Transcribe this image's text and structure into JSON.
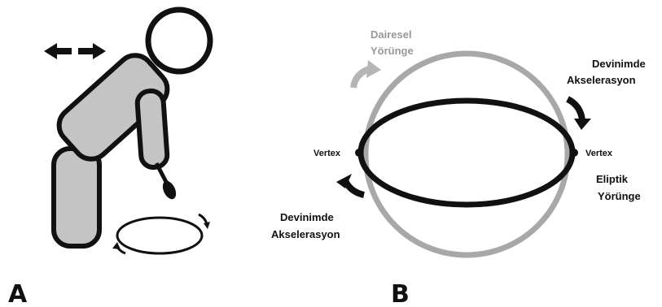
{
  "panels": {
    "a": {
      "letter": "A"
    },
    "b": {
      "letter": "B"
    }
  },
  "labels": {
    "circular_line1": "Dairesel",
    "circular_line2": "Yörünge",
    "accel_top_line1": "Devinimde",
    "accel_top_line2": "Akselerasyon",
    "vertex_left": "Vertex",
    "vertex_right": "Vertex",
    "elliptic_line1": "Eliptik",
    "elliptic_line2": "Yörünge",
    "accel_bottom_line1": "Devinimde",
    "accel_bottom_line2": "Akselerasyon"
  },
  "colors": {
    "figure_fill": "#c4c4c4",
    "outline": "#111111",
    "circle_orbit": "#a8a8a8",
    "circle_label": "#999999",
    "ellipse_orbit": "#111111"
  }
}
